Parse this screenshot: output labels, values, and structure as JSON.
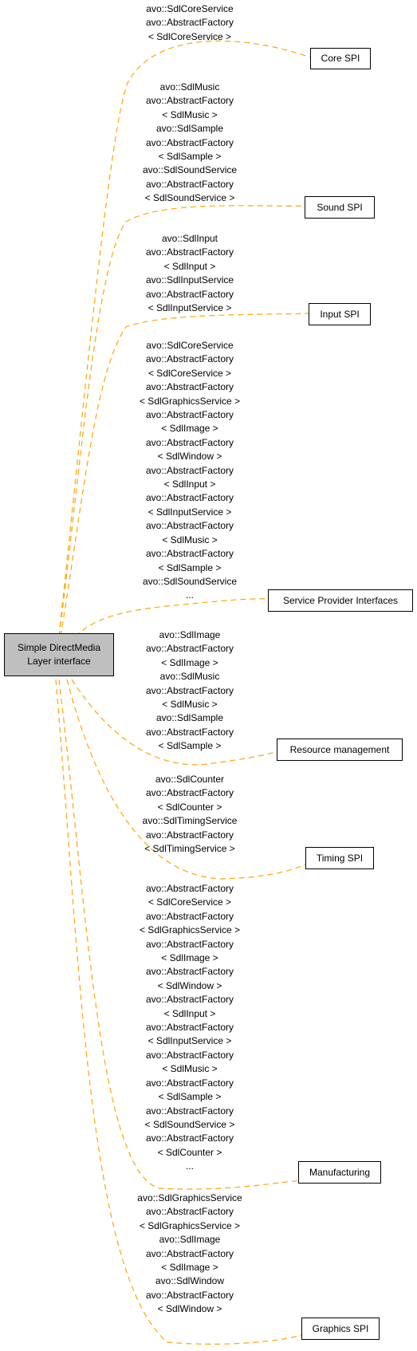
{
  "center_node": {
    "line1": "Simple DirectMedia",
    "line2": "Layer interface"
  },
  "edge_color": "#ffa500",
  "nodes": {
    "core_spi": "Core SPI",
    "sound_spi": "Sound SPI",
    "input_spi": "Input SPI",
    "service_provider_interfaces": "Service Provider Interfaces",
    "resource_management": "Resource management",
    "timing_spi": "Timing SPI",
    "manufacturing": "Manufacturing",
    "graphics_spi": "Graphics SPI"
  },
  "labels": {
    "core_spi": [
      "avo::SdlCoreService",
      "avo::AbstractFactory",
      "< SdlCoreService >"
    ],
    "sound_spi": [
      "avo::SdlMusic",
      "avo::AbstractFactory",
      "< SdlMusic >",
      "avo::SdlSample",
      "avo::AbstractFactory",
      "< SdlSample >",
      "avo::SdlSoundService",
      "avo::AbstractFactory",
      "< SdlSoundService >"
    ],
    "input_spi": [
      "avo::SdlInput",
      "avo::AbstractFactory",
      "< SdlInput >",
      "avo::SdlInputService",
      "avo::AbstractFactory",
      "< SdlInputService >"
    ],
    "service_provider_interfaces": [
      "avo::SdlCoreService",
      "avo::AbstractFactory",
      "< SdlCoreService >",
      "avo::AbstractFactory",
      "< SdlGraphicsService >",
      "avo::AbstractFactory",
      "< SdlImage >",
      "avo::AbstractFactory",
      "< SdlWindow >",
      "avo::AbstractFactory",
      "< SdlInput >",
      "avo::AbstractFactory",
      "< SdlInputService >",
      "avo::AbstractFactory",
      "< SdlMusic >",
      "avo::AbstractFactory",
      "< SdlSample >",
      "avo::SdlSoundService",
      "..."
    ],
    "resource_management": [
      "avo::SdlImage",
      "avo::AbstractFactory",
      "< SdlImage >",
      "avo::SdlMusic",
      "avo::AbstractFactory",
      "< SdlMusic >",
      "avo::SdlSample",
      "avo::AbstractFactory",
      "< SdlSample >"
    ],
    "timing_spi": [
      "avo::SdlCounter",
      "avo::AbstractFactory",
      "< SdlCounter >",
      "avo::SdlTimingService",
      "avo::AbstractFactory",
      "< SdlTimingService >"
    ],
    "manufacturing": [
      "avo::AbstractFactory",
      "< SdlCoreService >",
      "avo::AbstractFactory",
      "< SdlGraphicsService >",
      "avo::AbstractFactory",
      "< SdlImage >",
      "avo::AbstractFactory",
      "< SdlWindow >",
      "avo::AbstractFactory",
      "< SdlInput >",
      "avo::AbstractFactory",
      "< SdlInputService >",
      "avo::AbstractFactory",
      "< SdlMusic >",
      "avo::AbstractFactory",
      "< SdlSample >",
      "avo::AbstractFactory",
      "< SdlSoundService >",
      "avo::AbstractFactory",
      "< SdlCounter >",
      "..."
    ],
    "graphics_spi": [
      "avo::SdlGraphicsService",
      "avo::AbstractFactory",
      "< SdlGraphicsService >",
      "avo::SdlImage",
      "avo::AbstractFactory",
      "< SdlImage >",
      "avo::SdlWindow",
      "avo::AbstractFactory",
      "< SdlWindow >"
    ]
  }
}
